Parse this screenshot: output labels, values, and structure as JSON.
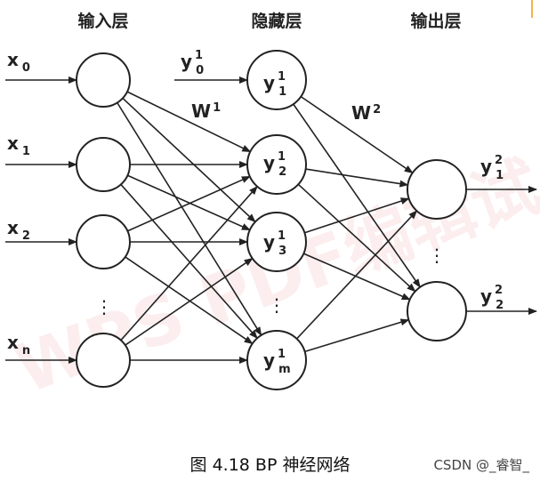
{
  "layers": {
    "input_title": "输入层",
    "hidden_title": "隐藏层",
    "output_title": "输出层"
  },
  "inputs": [
    {
      "v": "x",
      "sub": "0"
    },
    {
      "v": "x",
      "sub": "1"
    },
    {
      "v": "x",
      "sub": "2"
    },
    {
      "v": "x",
      "sub": "n"
    }
  ],
  "hidden": [
    {
      "v": "y",
      "sup": "1",
      "sub": "1"
    },
    {
      "v": "y",
      "sup": "1",
      "sub": "2"
    },
    {
      "v": "y",
      "sup": "1",
      "sub": "3"
    },
    {
      "v": "y",
      "sup": "1",
      "sub": "m"
    }
  ],
  "bias": {
    "v": "y",
    "sup": "1",
    "sub": "0"
  },
  "outputs": [
    {
      "v": "y",
      "sup": "2",
      "sub": "1"
    },
    {
      "v": "y",
      "sup": "2",
      "sub": "2"
    }
  ],
  "weights": [
    {
      "v": "W",
      "sup": "1"
    },
    {
      "v": "W",
      "sup": "2"
    }
  ],
  "ellipsis": "⋮",
  "caption": "图 4.18 BP 神经网络",
  "credit": "CSDN @_睿智_",
  "watermark": "WPS PDF编辑试",
  "colors": {
    "stroke": "#222222",
    "accent_line": "#f2b44a"
  }
}
